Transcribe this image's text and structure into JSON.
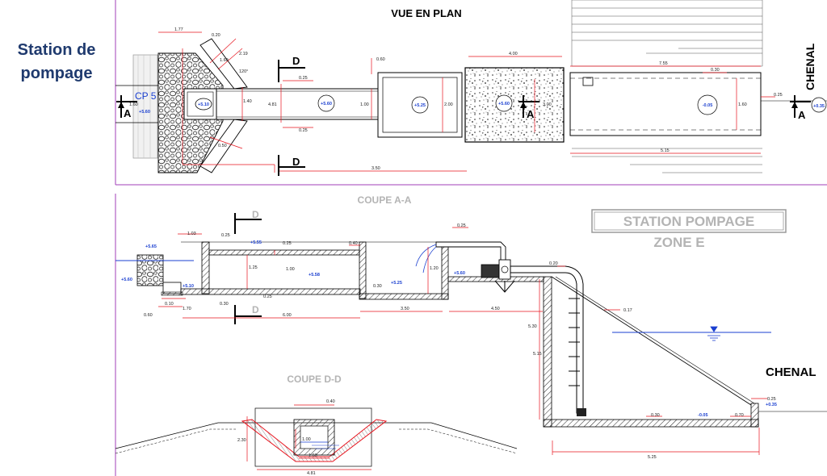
{
  "heading": {
    "line1": "Station de",
    "line2": "pompage"
  },
  "plan": {
    "title": "VUE EN PLAN",
    "cp_label": "CP 5",
    "chenal": "CHENAL",
    "section_letter_a": "A",
    "section_letter_d": "D",
    "levels": [
      "+5.10",
      "+5.60",
      "+5.25",
      "+5.60",
      "-0.05",
      "+0.35",
      "+5.60"
    ],
    "dims": [
      "1.77",
      "0.20",
      "2.19",
      "1.60",
      "120°",
      "1.40",
      "4.81",
      "0.25",
      "0.60",
      "1.00",
      "2.00",
      "3.00",
      "4.00",
      "7.55",
      "0.30",
      "1.60",
      "0.25",
      "5.15",
      "3.50",
      "0.50",
      "0.25",
      "1.60"
    ]
  },
  "section_aa": {
    "title": "COUPE A-A",
    "levels": [
      "+5.65",
      "+5.60",
      "+5.55",
      "+5.58",
      "+5.25",
      "+5.60",
      "+5.10",
      "-0.05",
      "+0.35"
    ],
    "dims": [
      "1.03",
      "0.25",
      "0.25",
      "0.40",
      "0.25",
      "1.25",
      "1.00",
      "1.20",
      "0.30",
      "0.10",
      "1.70",
      "0.30",
      "0.25",
      "6.00",
      "3.50",
      "4.50",
      "0.60",
      "5.30",
      "5.15",
      "0.17",
      "0.20",
      "0.30",
      "0.70",
      "0.25",
      "5.25"
    ]
  },
  "section_dd": {
    "title": "COUPE D-D",
    "dims": [
      "0.40",
      "2.30",
      "1.00",
      "1.60",
      "4.81"
    ]
  },
  "stamp": {
    "line1": "STATION POMPAGE",
    "line2": "ZONE E"
  },
  "chenal_label": "CHENAL",
  "colors": {
    "heading": "#1f3a6e",
    "dimension": "#e8141e",
    "level": "#1a3fd0",
    "border": "#a23fb8",
    "water": "#1a3fd0"
  }
}
